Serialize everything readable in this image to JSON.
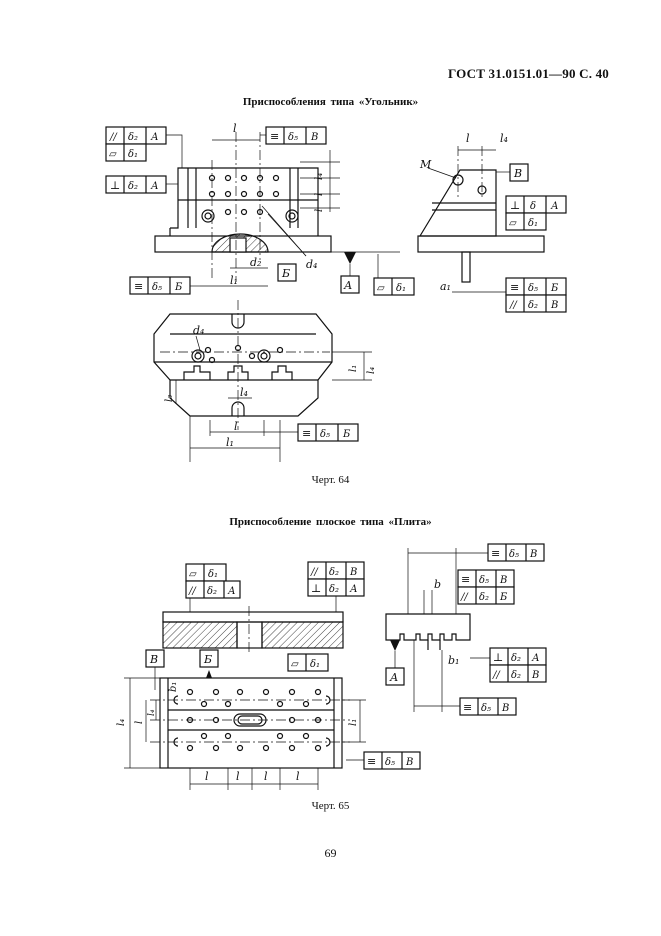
{
  "header": {
    "text": "ГОСТ 31.0151.01—90 С. 40"
  },
  "figure1": {
    "title": "Приспособления типа «Угольник»",
    "caption": "Черт. 64",
    "labels": {
      "l": "l",
      "l1": "l₁",
      "l4": "l₄",
      "l3": "l₃",
      "d2": "d₂",
      "d4": "d₄",
      "M": "M",
      "a1": "a₁",
      "A": "А",
      "B": "Б",
      "V": "В"
    },
    "frames": {
      "par_d2_A": [
        "//",
        "δ₂",
        "А"
      ],
      "flat_d1": [
        "▱",
        "δ₁"
      ],
      "perp_d2_A": [
        "⊥",
        "δ₂",
        "А"
      ],
      "sym_d5_V": [
        "≡",
        "δ₅",
        "В"
      ],
      "sym_d5_B": [
        "≡",
        "δ₅",
        "Б"
      ],
      "flat_d1_b": [
        "▱",
        "δ₁"
      ],
      "perp_d_A": [
        "⊥",
        "δ",
        "А"
      ],
      "flat_d1_c": [
        "▱",
        "δ₁"
      ],
      "sym_d5_B2": [
        "≡",
        "δ₅",
        "Б"
      ],
      "par_d2_V": [
        "//",
        "δ₂",
        "В"
      ],
      "sym_d5_B3": [
        "≡",
        "δ₅",
        "Б"
      ]
    }
  },
  "figure2": {
    "title": "Приспособление плоское типа «Плита»",
    "caption": "Черт. 65",
    "labels": {
      "l": "l",
      "l1": "l₁",
      "l4": "l₄",
      "b": "b",
      "b1": "b₁",
      "A": "А",
      "B": "Б",
      "V": "В"
    },
    "frames": {
      "flat_d1": [
        "▱",
        "δ₁"
      ],
      "par_d2_A": [
        "//",
        "δ₂",
        "А"
      ],
      "par_d2_V": [
        "//",
        "δ₂",
        "В"
      ],
      "perp_d2_A": [
        "⊥",
        "δ₂",
        "А"
      ],
      "sym_d5_V_top": [
        "≡",
        "δ₅",
        "В"
      ],
      "sym_d5_V": [
        "≡",
        "δ₅",
        "В"
      ],
      "par_d2_B": [
        "//",
        "δ₂",
        "Б"
      ],
      "flat_d1_b": [
        "▱",
        "δ₁"
      ],
      "perp_d2_A_b": [
        "⊥",
        "δ₂",
        "А"
      ],
      "par_d2_V_b": [
        "//",
        "δ₂",
        "В"
      ],
      "sym_d5_V_b": [
        "≡",
        "δ₅",
        "В"
      ],
      "sym_d5_V_c": [
        "≡",
        "δ₅",
        "В"
      ]
    }
  },
  "page_number": "69"
}
